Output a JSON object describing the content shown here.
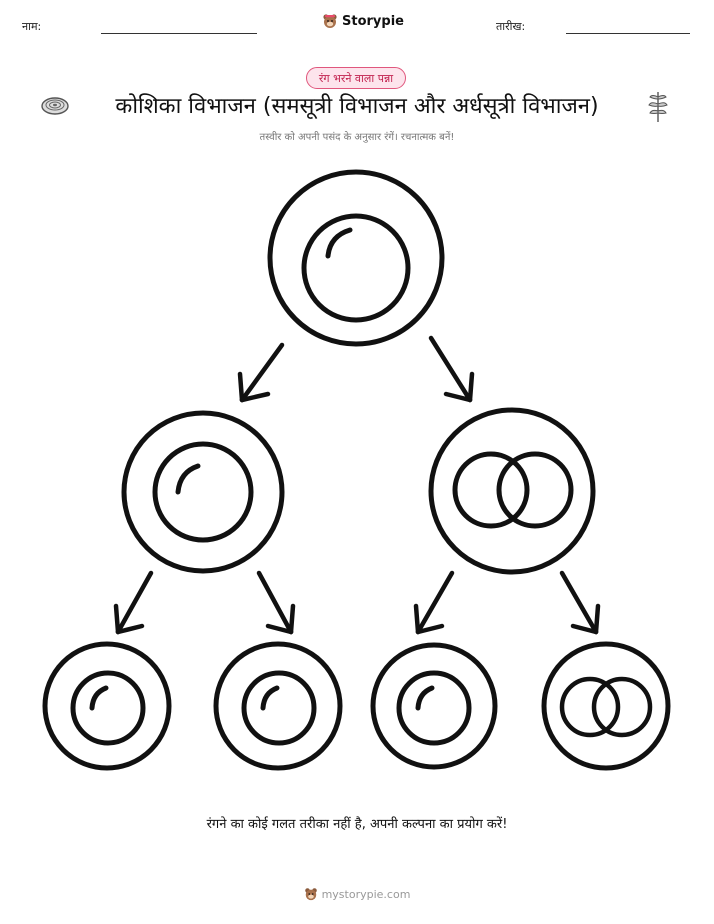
{
  "header": {
    "name_label": "नाम:",
    "date_label": "तारीख:",
    "brand": "Storypie"
  },
  "badge": "रंग भरने वाला पन्ना",
  "title": "कोशिका विभाजन (समसूत्री विभाजन और अर्धसूत्री विभाजन)",
  "subtitle": "तस्वीर को अपनी पसंद के अनुसार रंगें। रचनात्मक बनें!",
  "bottom_text": "रंगने का कोई गलत तरीका नहीं है, अपनी कल्पना का प्रयोग करें!",
  "footer": "mystorypie.com",
  "icons": {
    "title_left": "tree-ring-slice-icon",
    "title_right": "fern-leaf-icon",
    "brand_logo": "storypie-bear-logo-icon"
  }
}
